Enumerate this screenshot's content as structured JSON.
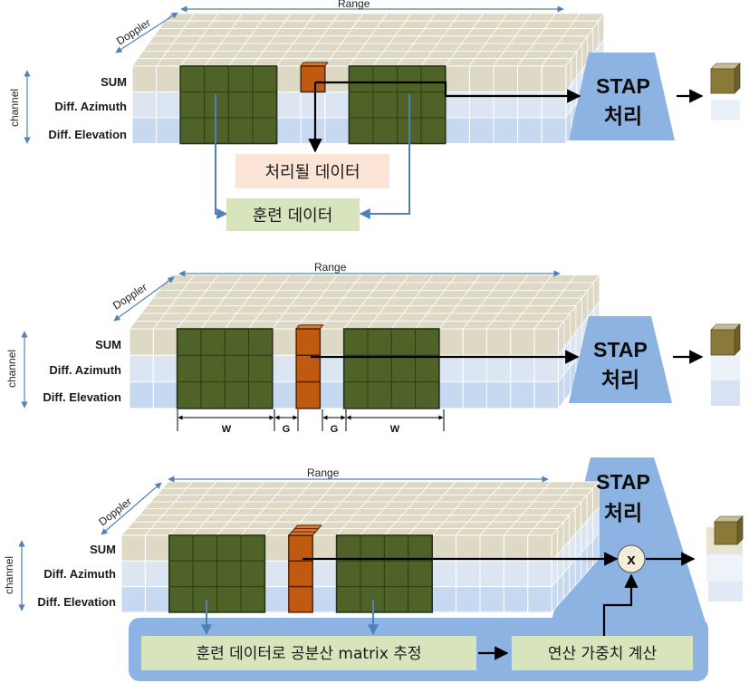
{
  "panels": [
    {
      "range_label": "Range",
      "doppler_label": "Doppler",
      "channel_label": "channel",
      "rows": [
        "SUM",
        "Diff. Azimuth",
        "Diff. Elevation"
      ],
      "stap_line1": "STAP",
      "stap_line2": "처리",
      "box_data_label": "처리될 데이터",
      "box_train_label": "훈련 데이터"
    },
    {
      "range_label": "Range",
      "doppler_label": "Doppler",
      "channel_label": "channel",
      "rows": [
        "SUM",
        "Diff. Azimuth",
        "Diff. Elevation"
      ],
      "stap_line1": "STAP",
      "stap_line2": "처리",
      "dims": [
        "W",
        "G",
        "G",
        "W"
      ]
    },
    {
      "range_label": "Range",
      "doppler_label": "Doppler",
      "channel_label": "channel",
      "rows": [
        "SUM",
        "Diff. Azimuth",
        "Diff. Elevation"
      ],
      "stap_line1": "STAP",
      "stap_line2": "처리",
      "multiply_symbol": "x",
      "box_cov_label": "훈련 데이터로 공분산 matrix 추정",
      "box_weight_label": "연산 가중치 계산"
    }
  ],
  "colors": {
    "cell_top": "#ddd9c4",
    "cell_mid": "#dce6f2",
    "cell_bot": "#c6d9f1",
    "train_cell": "#4f6228",
    "target_cell": "#c05a10",
    "stap_fill": "#8db3e2",
    "arrow_blue": "#4f81bd",
    "box_data": "#fce4d6",
    "box_train": "#d8e4bc",
    "panel_bg": "#8db3e2"
  }
}
